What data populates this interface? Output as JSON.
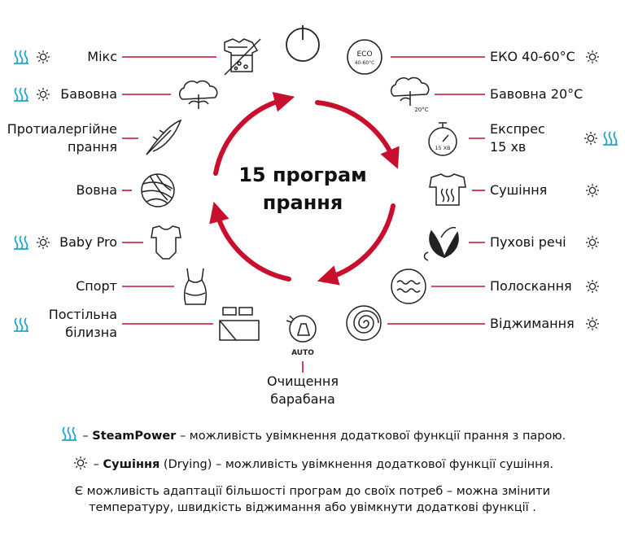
{
  "title_lines": [
    "15 програм",
    "прання"
  ],
  "programs": {
    "mix": "Мікс",
    "cotton": "Бавовна",
    "antiallergy": [
      "Протиалергійне",
      "прання"
    ],
    "wool": "Вовна",
    "babypro": "Baby Pro",
    "sport": "Спорт",
    "bedding": [
      "Постільна",
      "білизна"
    ],
    "drum": [
      "Очищення",
      "барабана"
    ],
    "eco": "ЕКО 40-60°C",
    "cotton20": "Бавовна 20°C",
    "express": [
      "Експрес",
      "15 хв"
    ],
    "drying": "Сушіння",
    "down": "Пухові речі",
    "rinse": "Полоскання",
    "spin": "Віджимання"
  },
  "icon_text": {
    "eco": "ECO",
    "eco_temp": "40-60°C",
    "temp20": "20°C",
    "express_min": "15 ХВ",
    "auto": "AUTO"
  },
  "legend": {
    "steam_name": "SteamPower",
    "steam_desc": " – можливість увімкнення додаткової функції прання з парою.",
    "steam_dash": "– ",
    "dry_name": "Сушіння",
    "dry_desc": " (Drying) – можливість увімкнення додаткової функції сушіння.",
    "dry_dash": "– "
  },
  "footnote": [
    "Є можливість адаптації більшості програм до своїх потреб – можна змінити",
    "температуру, швидкість віджимання або увімкнути додаткові функції ."
  ],
  "colors": {
    "arrow": "#c8102e",
    "line": "#c8102e",
    "steam": "#29a3c9",
    "icon": "#222222"
  }
}
